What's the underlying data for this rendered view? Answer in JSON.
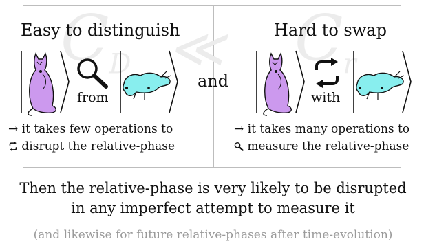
{
  "watermark": {
    "left_symbol": "C",
    "left_subscript": "D",
    "middle_symbol": "≪",
    "right_symbol": "C",
    "right_subscript": "r"
  },
  "left_panel": {
    "title": "Easy to distinguish",
    "connector": "from",
    "point_1_arrow": "→",
    "point_1_text": "it takes few operations to",
    "point_2_text": "disrupt the relative-phase"
  },
  "middle": {
    "conjunction": "and"
  },
  "right_panel": {
    "title": "Hard to swap",
    "connector": "with",
    "point_1_arrow": "→",
    "point_1_text": "it takes many operations to",
    "point_2_text": "measure the relative-phase"
  },
  "conclusion": {
    "line_1": "Then the relative-phase is very likely to be disrupted",
    "line_2": "in any imperfect attempt to measure it"
  },
  "footnote": "(and likewise for future relative-phases after time-evolution)",
  "colors": {
    "alive_cat": "#cc99ee",
    "dead_cat": "#88eeee",
    "rules": "#bdbdbd",
    "footnote": "#9a9a9a"
  }
}
